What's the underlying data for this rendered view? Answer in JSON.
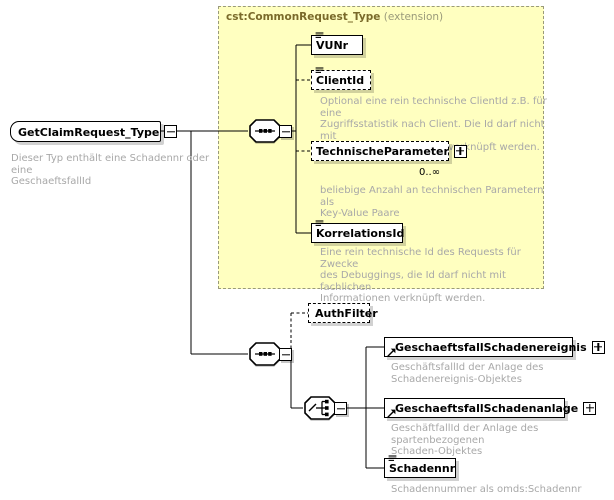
{
  "diagram": {
    "title": "GetClaimRequest_Type",
    "root": {
      "name": "GetClaimRequest_Type",
      "annotation": "Dieser Typ enthält eine Schadennr oder eine\nGeschaeftsfallId",
      "toggle": "minus"
    },
    "group": {
      "name": "cst:CommonRequest_Type",
      "kind": "(extension)"
    },
    "compositors": {
      "sequence_top": "sequence-icon",
      "sequence_bottom": "sequence-icon",
      "choice": "choice-icon"
    },
    "nodes": [
      {
        "id": "vunr",
        "label": "VUNr",
        "optional": false,
        "icon": "element-icon",
        "toggle": "none",
        "annotation": "",
        "cardinality": ""
      },
      {
        "id": "clientid",
        "label": "ClientId",
        "optional": true,
        "icon": "element-icon",
        "toggle": "none",
        "annotation": "Optional eine rein technische ClientId z.B. für eine\nZugriffsstatistik nach Client. Die Id darf nicht mit\nfachlichen Informationen verknüpft werden.",
        "cardinality": ""
      },
      {
        "id": "technischeparameter",
        "label": "TechnischeParameter",
        "optional": true,
        "icon": "none",
        "toggle": "plus",
        "annotation": "beliebige Anzahl an technischen Parametern als\nKey-Value Paare",
        "cardinality": "0..∞"
      },
      {
        "id": "korrelationsid",
        "label": "KorrelationsId",
        "optional": false,
        "icon": "element-icon",
        "toggle": "none",
        "annotation": "Eine rein technische Id des Requests für Zwecke\ndes Debuggings, die Id darf nicht mit fachlichen\nInformationen verknüpft werden.",
        "cardinality": ""
      },
      {
        "id": "authfilter",
        "label": "AuthFilter",
        "optional": true,
        "icon": "none",
        "toggle": "none",
        "annotation": "",
        "cardinality": ""
      },
      {
        "id": "geschaeftsfallschadenereignis",
        "label": "GeschaeftsfallSchadenereignis",
        "optional": false,
        "icon": "reference-arrow-icon",
        "toggle": "plus",
        "annotation": "GeschäftsfallId der Anlage des\nSchadenereignis-Objektes",
        "cardinality": ""
      },
      {
        "id": "geschaeftsfallschadenanlage",
        "label": "GeschaeftsfallSchadenanlage",
        "optional": false,
        "icon": "reference-arrow-icon",
        "toggle": "plus",
        "annotation": "GeschäftfallId der Anlage des spartenbezogenen\nSchaden-Objektes",
        "cardinality": ""
      },
      {
        "id": "schadennr",
        "label": "Schadennr",
        "optional": false,
        "icon": "element-icon",
        "toggle": "none",
        "annotation": "Schadennummer als omds:Schadennr",
        "cardinality": ""
      }
    ],
    "colors": {
      "group_fill": "#ffffc0",
      "group_border": "#9a9a7a",
      "group_label": "#7a6a2a",
      "annotation": "#a8a8a8",
      "node_border": "#000000",
      "node_fill": "#ffffff",
      "line": "#000000"
    }
  }
}
